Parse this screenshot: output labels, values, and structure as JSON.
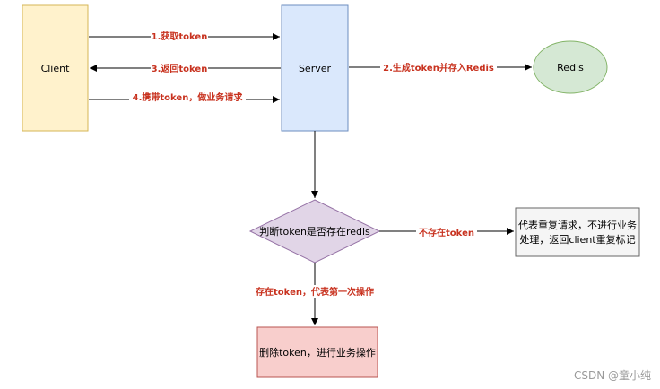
{
  "nodes": {
    "client": "Client",
    "server": "Server",
    "redis": "Redis",
    "decision": "判断token是否存在redis",
    "result_line1": "代表重复请求，不进行业务",
    "result_line2": "处理，返回client重复标记",
    "action": "删除token，进行业务操作"
  },
  "edges": {
    "get_token": "1.获取token",
    "return_token": "3.返回token",
    "carry_token": "4.携带token，做业务请求",
    "generate_token": "2.生成token并存入Redis",
    "not_exist": "不存在token",
    "exist": "存在token，代表第一次操作"
  },
  "watermark": "CSDN @童小纯",
  "colors": {
    "client_fill": "#fff2cc",
    "client_stroke": "#d6b656",
    "server_fill": "#dae8fc",
    "server_stroke": "#6c8ebf",
    "redis_fill": "#d5e8d4",
    "redis_stroke": "#82b366",
    "decision_fill": "#e1d5e7",
    "decision_stroke": "#9673a6",
    "result_fill": "#f5f5f5",
    "result_stroke": "#666666",
    "action_fill": "#f8cecc",
    "action_stroke": "#b85450",
    "label_red": "#c8321f"
  }
}
